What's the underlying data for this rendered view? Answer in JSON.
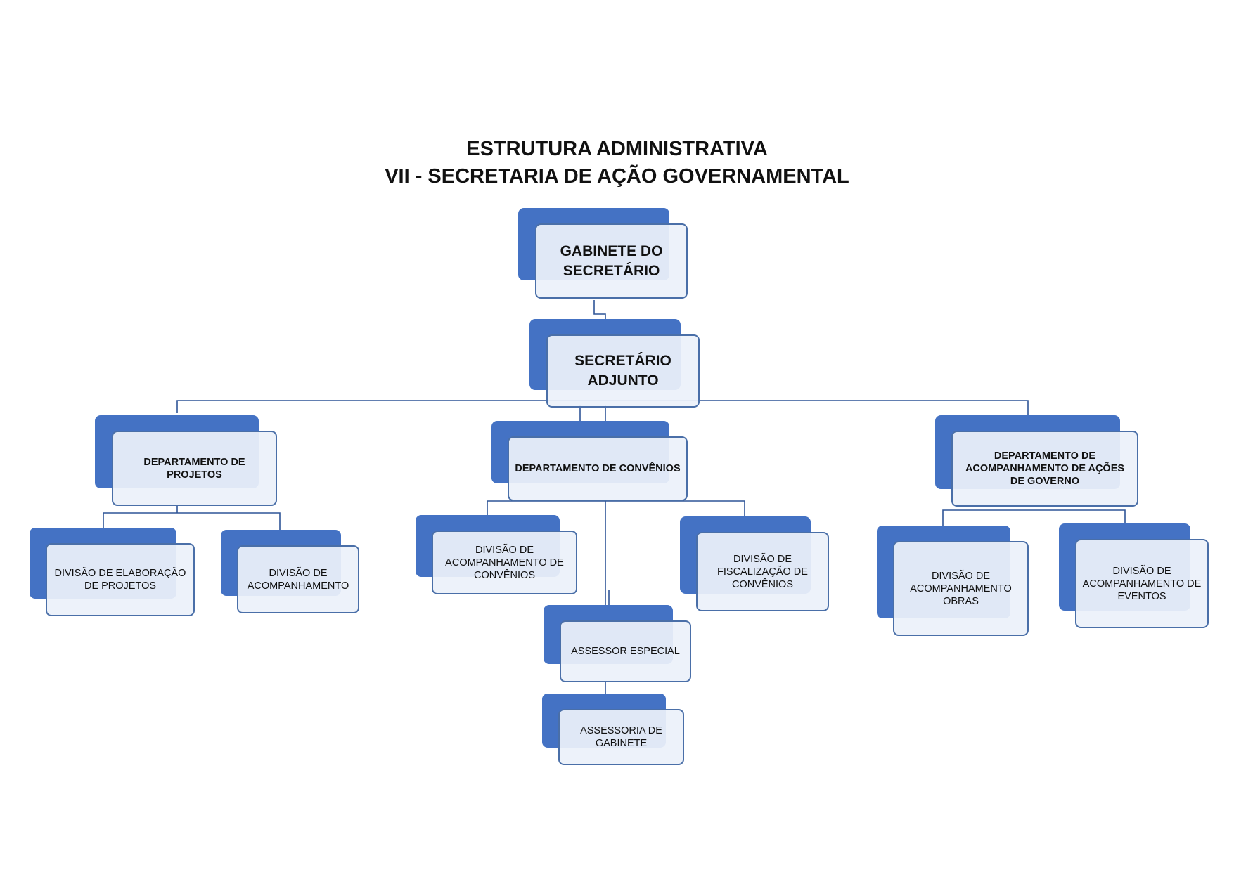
{
  "title": {
    "line1": "ESTRUTURA ADMINISTRATIVA",
    "line2": "VII - SECRETARIA DE AÇÃO GOVERNAMENTAL"
  },
  "nodes": {
    "gabinete": "GABINETE DO SECRETÁRIO",
    "adjunto": "SECRETÁRIO ADJUNTO",
    "dep_projetos": "DEPARTAMENTO DE PROJETOS",
    "dep_convenios": "DEPARTAMENTO DE CONVÊNIOS",
    "dep_acomp_acoes": "DEPARTAMENTO DE ACOMPANHAMENTO DE AÇÕES DE GOVERNO",
    "div_elab_projetos": "DIVISÃO DE ELABORAÇÃO DE PROJETOS",
    "div_acomp": "DIVISÃO DE ACOMPANHAMENTO",
    "div_acomp_convenios": "DIVISÃO DE ACOMPANHAMENTO DE CONVÊNIOS",
    "div_fisc_convenios": "DIVISÃO DE FISCALIZAÇÃO DE CONVÊNIOS",
    "assessor_especial": "ASSESSOR ESPECIAL",
    "assessoria_gabinete": "ASSESSORIA DE GABINETE",
    "div_acomp_obras": "DIVISÃO DE ACOMPANHAMENTO OBRAS",
    "div_acomp_eventos": "DIVISÃO DE ACOMPANHAMENTO DE EVENTOS"
  },
  "colors": {
    "box_back": "#4472c4",
    "box_border": "#4a6fa8",
    "box_fill": "#ecf1fa",
    "connector": "#2f5597"
  }
}
